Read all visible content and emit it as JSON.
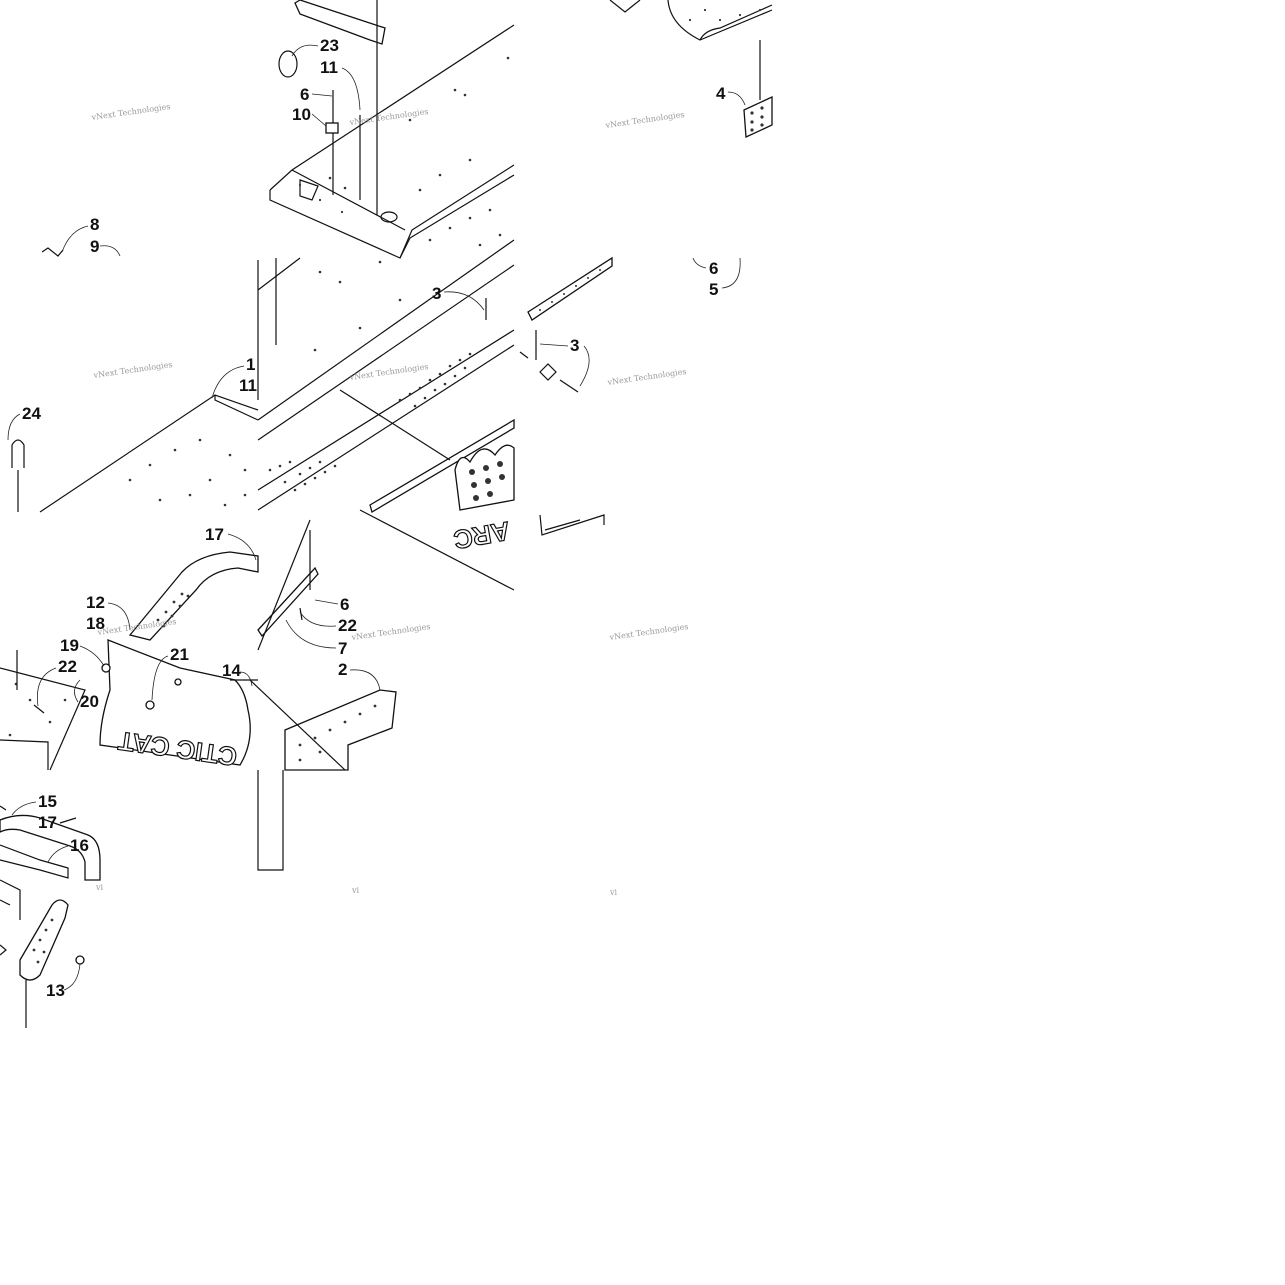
{
  "callouts": [
    {
      "id": "c23",
      "text": "23"
    },
    {
      "id": "c11a",
      "text": "11"
    },
    {
      "id": "c6a",
      "text": "6"
    },
    {
      "id": "c10",
      "text": "10"
    },
    {
      "id": "c4",
      "text": "4"
    },
    {
      "id": "c8",
      "text": "8"
    },
    {
      "id": "c9",
      "text": "9"
    },
    {
      "id": "c6b",
      "text": "6"
    },
    {
      "id": "c5",
      "text": "5"
    },
    {
      "id": "c3a",
      "text": "3"
    },
    {
      "id": "c3b",
      "text": "3"
    },
    {
      "id": "c1",
      "text": "1"
    },
    {
      "id": "c11b",
      "text": "11"
    },
    {
      "id": "c24",
      "text": "24"
    },
    {
      "id": "c17a",
      "text": "17"
    },
    {
      "id": "c12",
      "text": "12"
    },
    {
      "id": "c18",
      "text": "18"
    },
    {
      "id": "c19",
      "text": "19"
    },
    {
      "id": "c22a",
      "text": "22"
    },
    {
      "id": "c21",
      "text": "21"
    },
    {
      "id": "c20",
      "text": "20"
    },
    {
      "id": "c14",
      "text": "14"
    },
    {
      "id": "c6c",
      "text": "6"
    },
    {
      "id": "c22b",
      "text": "22"
    },
    {
      "id": "c7",
      "text": "7"
    },
    {
      "id": "c2",
      "text": "2"
    },
    {
      "id": "c15",
      "text": "15"
    },
    {
      "id": "c17b",
      "text": "17"
    },
    {
      "id": "c16",
      "text": "16"
    },
    {
      "id": "c13",
      "text": "13"
    }
  ],
  "watermark": {
    "line1": "vNext Technologies",
    "line2": "Technologies",
    "fragment": "vi"
  },
  "logo_text": "CTIC CAT",
  "logo_text_small": "ARC"
}
